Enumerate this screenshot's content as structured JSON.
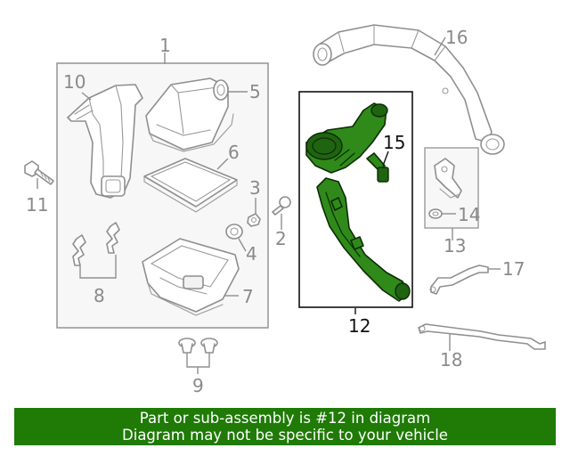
{
  "callouts": {
    "c1": "1",
    "c2": "2",
    "c3": "3",
    "c4": "4",
    "c5": "5",
    "c6": "6",
    "c7": "7",
    "c8": "8",
    "c9": "9",
    "c10": "10",
    "c11": "11",
    "c12": "12",
    "c13": "13",
    "c14": "14",
    "c15": "15",
    "c16": "16",
    "c17": "17",
    "c18": "18"
  },
  "banner": {
    "line1": "Part or sub-assembly is #12 in diagram",
    "line2": "Diagram may not be specific to your vehicle"
  },
  "colors": {
    "highlight_part": "#2f8a1a",
    "banner_bg": "#1f7a06",
    "line_gray": "#8f8f8f"
  }
}
